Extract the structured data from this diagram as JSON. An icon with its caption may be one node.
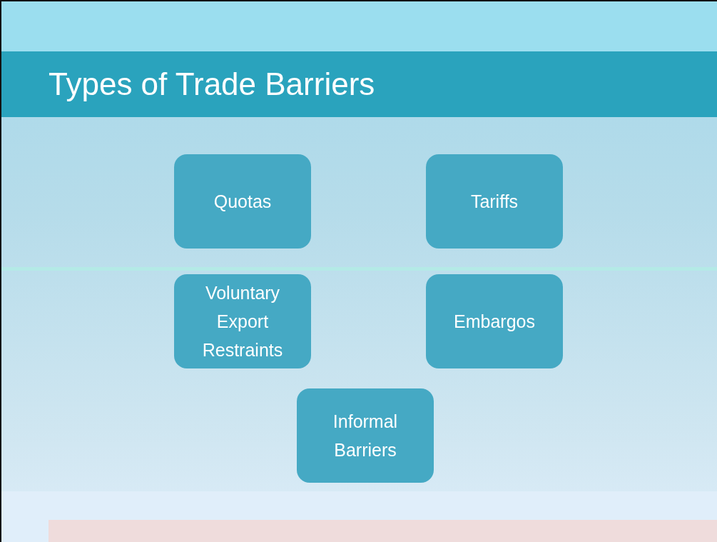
{
  "diagram": {
    "title": "Types of Trade Barriers",
    "nodes": [
      {
        "text": [
          "Quotas"
        ]
      },
      {
        "text": [
          "Tariffs"
        ]
      },
      {
        "text": [
          "Voluntary Export Restraints"
        ]
      },
      {
        "text": [
          "Embargos"
        ]
      },
      {
        "text": [
          "Informal Barriers"
        ]
      }
    ]
  }
}
